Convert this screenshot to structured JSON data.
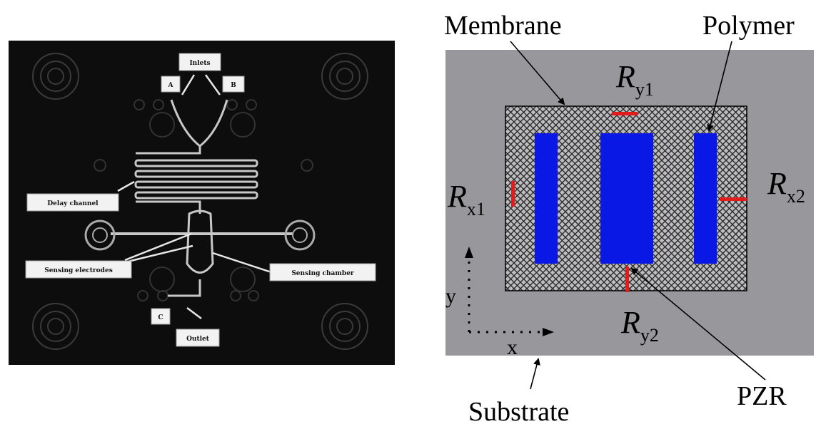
{
  "left_panel": {
    "labels": {
      "inlets": "Inlets",
      "inlet_a": "A",
      "inlet_b": "B",
      "delay_channel": "Delay channel",
      "sensing_electrodes": "Sensing electrodes",
      "sensing_chamber": "Sensing chamber",
      "outlet_c": "C",
      "outlet": "Outlet"
    }
  },
  "right_panel": {
    "labels": {
      "membrane": "Membrane",
      "polymer": "Polymer",
      "substrate": "Substrate",
      "pzr": "PZR",
      "axis_x": "x",
      "axis_y": "y"
    },
    "resistors": {
      "ry1": {
        "main": "R",
        "sub": "y1"
      },
      "ry2": {
        "main": "R",
        "sub": "y2"
      },
      "rx1": {
        "main": "R",
        "sub": "x1"
      },
      "rx2": {
        "main": "R",
        "sub": "x2"
      }
    },
    "colors": {
      "substrate": "#98979c",
      "membrane_bg": "#bdbdc0",
      "membrane_hatch": "#2a2a2a",
      "polymer": "#0a18e6",
      "pzr": "#e31b1b"
    }
  }
}
